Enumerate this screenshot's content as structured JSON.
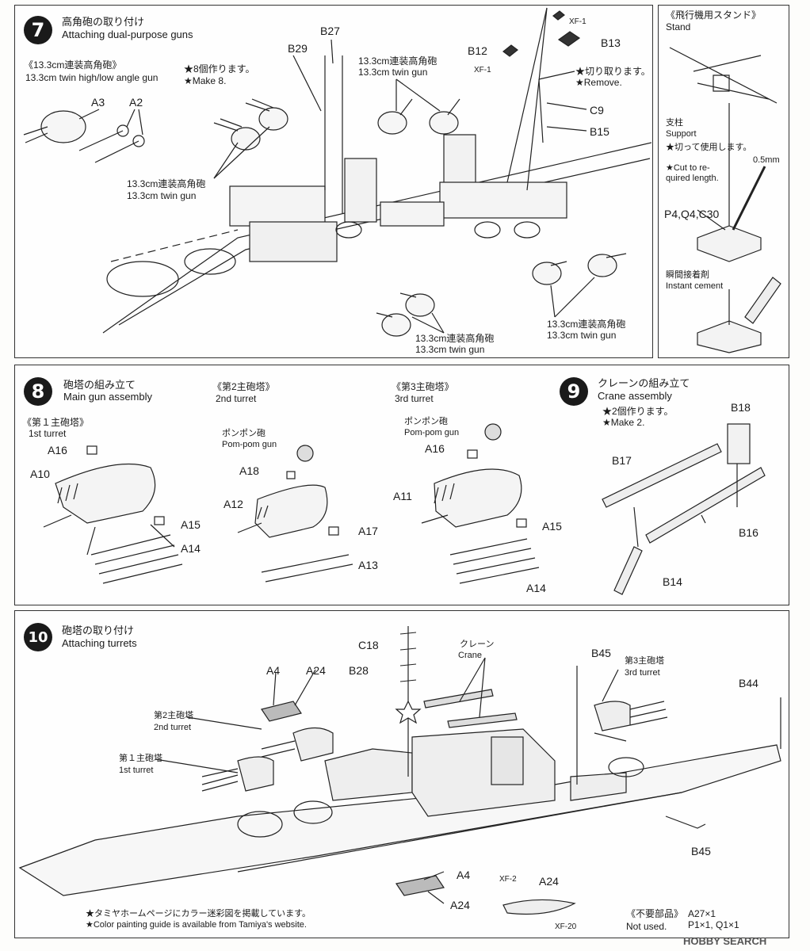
{
  "step7": {
    "num": "7",
    "title_jp": "高角砲の取り付け",
    "title_en": "Attaching dual-purpose guns",
    "sub_jp": "《13.3cm連装高角砲》",
    "sub_en": "13.3cm twin high/low angle gun",
    "make_jp": "★8個作ります。",
    "make_en": "★Make 8.",
    "gun_jp": "13.3cm連装高角砲",
    "gun_en": "13.3cm twin gun",
    "remove_jp": "★切り取ります。",
    "remove_en": "★Remove.",
    "parts": [
      "A3",
      "A2",
      "B29",
      "B27",
      "B12",
      "B13",
      "XF-1",
      "XF-1",
      "C9",
      "B15"
    ]
  },
  "stand": {
    "title_jp": "《飛行機用スタンド》",
    "title_en": "Stand",
    "support_jp": "支柱",
    "support_en": "Support",
    "cut_jp": "★切って使用します。",
    "cut_en1": "★Cut to re-",
    "cut_en2": "quired length.",
    "dim": "0.5mm",
    "parts": "P4,Q4,C30",
    "cement_jp": "瞬間接着剤",
    "cement_en": "Instant cement"
  },
  "step8": {
    "num": "8",
    "title_jp": "砲塔の組み立て",
    "title_en": "Main gun assembly",
    "t1_jp": "《第１主砲塔》",
    "t1_en": "1st turret",
    "t2_jp": "《第2主砲塔》",
    "t2_en": "2nd turret",
    "t3_jp": "《第3主砲塔》",
    "t3_en": "3rd turret",
    "pompom_jp": "ポンポン砲",
    "pompom_en": "Pom-pom gun",
    "parts": [
      "A16",
      "A10",
      "A15",
      "A14",
      "A18",
      "A12",
      "A17",
      "A13",
      "A16",
      "A11",
      "A15",
      "A14"
    ]
  },
  "step9": {
    "num": "9",
    "title_jp": "クレーンの組み立て",
    "title_en": "Crane assembly",
    "make_jp": "★2個作ります。",
    "make_en": "★Make 2.",
    "parts": [
      "B18",
      "B17",
      "B16",
      "B14"
    ]
  },
  "step10": {
    "num": "10",
    "title_jp": "砲塔の取り付け",
    "title_en": "Attaching turrets",
    "t1_jp": "第１主砲塔",
    "t1_en": "1st turret",
    "t2_jp": "第2主砲塔",
    "t2_en": "2nd turret",
    "t3_jp": "第3主砲塔",
    "t3_en": "3rd turret",
    "crane_jp": "クレーン",
    "crane_en": "Crane",
    "parts": [
      "A4",
      "A24",
      "C18",
      "B28",
      "B45",
      "B44",
      "B45",
      "A4",
      "A24",
      "XF-2",
      "A24",
      "XF-20"
    ],
    "note_jp": "★タミヤホームページにカラー迷彩図を掲載しています。",
    "note_en": "★Color painting guide is available from Tamiya's website.",
    "unused_jp": "《不要部品》",
    "unused_en": "Not used.",
    "unused_1": "A27×1",
    "unused_2": "P1×1, Q1×1"
  },
  "watermark": "HOBBY SEARCH"
}
